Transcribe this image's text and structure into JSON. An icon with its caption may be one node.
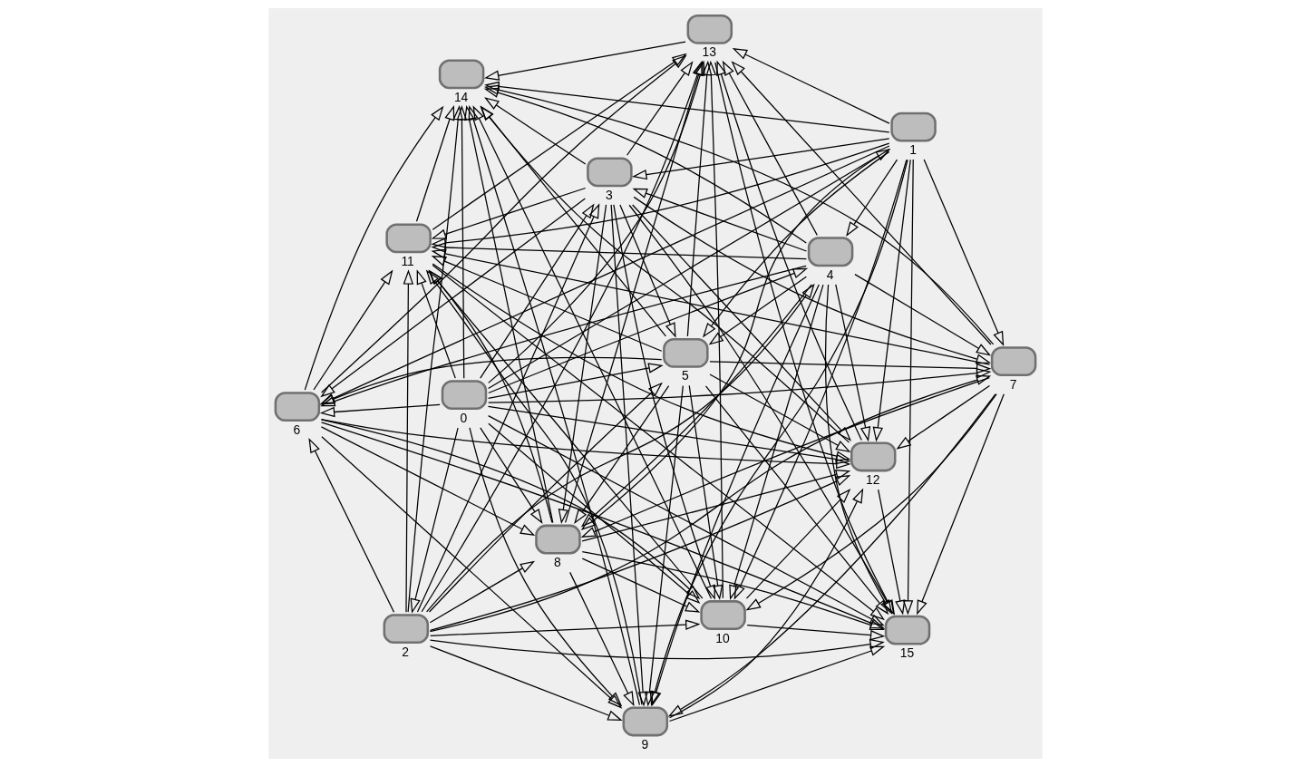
{
  "diagram": {
    "nodes": [
      {
        "text": [],
        "shape": "ellipse",
        "beside": [
          "0"
        ]
      },
      {
        "text": [],
        "shape": "ellipse",
        "beside": [
          "1"
        ]
      },
      {
        "text": [],
        "shape": "ellipse",
        "beside": [
          "2"
        ]
      },
      {
        "text": [],
        "shape": "ellipse",
        "beside": [
          "3"
        ]
      },
      {
        "text": [],
        "shape": "ellipse",
        "beside": [
          "4"
        ]
      },
      {
        "text": [],
        "shape": "ellipse",
        "beside": [
          "5"
        ]
      },
      {
        "text": [],
        "shape": "ellipse",
        "beside": [
          "6"
        ]
      },
      {
        "text": [],
        "shape": "ellipse",
        "beside": [
          "7"
        ]
      },
      {
        "text": [],
        "shape": "ellipse",
        "beside": [
          "8"
        ]
      },
      {
        "text": [],
        "shape": "ellipse",
        "beside": [
          "9"
        ]
      },
      {
        "text": [],
        "shape": "ellipse",
        "beside": [
          "10"
        ]
      },
      {
        "text": [],
        "shape": "ellipse",
        "beside": [
          "11"
        ]
      },
      {
        "text": [],
        "shape": "ellipse",
        "beside": [
          "12"
        ]
      },
      {
        "text": [],
        "shape": "ellipse",
        "beside": [
          "13"
        ]
      },
      {
        "text": [],
        "shape": "ellipse",
        "beside": [
          "14"
        ]
      },
      {
        "text": [],
        "shape": "ellipse",
        "beside": [
          "15"
        ]
      }
    ],
    "edges": [
      {
        "from": 0,
        "to": 1,
        "arrow": "to"
      },
      {
        "from": 0,
        "to": 2,
        "arrow": "to"
      },
      {
        "from": 0,
        "to": 3,
        "arrow": "to"
      },
      {
        "from": 0,
        "to": 4,
        "arrow": "to"
      },
      {
        "from": 0,
        "to": 5,
        "arrow": "to"
      },
      {
        "from": 0,
        "to": 6,
        "arrow": "to"
      },
      {
        "from": 0,
        "to": 7,
        "arrow": "to"
      },
      {
        "from": 0,
        "to": 8,
        "arrow": "to"
      },
      {
        "from": 0,
        "to": 9,
        "arrow": "to"
      },
      {
        "from": 0,
        "to": 10,
        "arrow": "to"
      },
      {
        "from": 0,
        "to": 11,
        "arrow": "to"
      },
      {
        "from": 0,
        "to": 12,
        "arrow": "to"
      },
      {
        "from": 0,
        "to": 13,
        "arrow": "to"
      },
      {
        "from": 0,
        "to": 14,
        "arrow": "to"
      },
      {
        "from": 0,
        "to": 15,
        "arrow": "to"
      },
      {
        "from": 1,
        "to": 3,
        "arrow": "to"
      },
      {
        "from": 1,
        "to": 4,
        "arrow": "to"
      },
      {
        "from": 1,
        "to": 5,
        "arrow": "to"
      },
      {
        "from": 1,
        "to": 6,
        "arrow": "to"
      },
      {
        "from": 1,
        "to": 7,
        "arrow": "to"
      },
      {
        "from": 1,
        "to": 8,
        "arrow": "to"
      },
      {
        "from": 1,
        "to": 9,
        "arrow": "to"
      },
      {
        "from": 1,
        "to": 10,
        "arrow": "to"
      },
      {
        "from": 1,
        "to": 11,
        "arrow": "to"
      },
      {
        "from": 1,
        "to": 12,
        "arrow": "to"
      },
      {
        "from": 1,
        "to": 13,
        "arrow": "to"
      },
      {
        "from": 1,
        "to": 14,
        "arrow": "to"
      },
      {
        "from": 1,
        "to": 15,
        "arrow": "to"
      },
      {
        "from": 2,
        "to": 3,
        "arrow": "to"
      },
      {
        "from": 2,
        "to": 4,
        "arrow": "to"
      },
      {
        "from": 2,
        "to": 5,
        "arrow": "to"
      },
      {
        "from": 2,
        "to": 6,
        "arrow": "to"
      },
      {
        "from": 2,
        "to": 7,
        "arrow": "to"
      },
      {
        "from": 2,
        "to": 8,
        "arrow": "to"
      },
      {
        "from": 2,
        "to": 9,
        "arrow": "to"
      },
      {
        "from": 2,
        "to": 10,
        "arrow": "to"
      },
      {
        "from": 2,
        "to": 11,
        "arrow": "to"
      },
      {
        "from": 2,
        "to": 12,
        "arrow": "to"
      },
      {
        "from": 2,
        "to": 13,
        "arrow": "to"
      },
      {
        "from": 2,
        "to": 14,
        "arrow": "to"
      },
      {
        "from": 2,
        "to": 15,
        "arrow": "to"
      },
      {
        "from": 3,
        "to": 5,
        "arrow": "to"
      },
      {
        "from": 3,
        "to": 6,
        "arrow": "to"
      },
      {
        "from": 3,
        "to": 7,
        "arrow": "to"
      },
      {
        "from": 3,
        "to": 8,
        "arrow": "to"
      },
      {
        "from": 3,
        "to": 9,
        "arrow": "to"
      },
      {
        "from": 3,
        "to": 10,
        "arrow": "to"
      },
      {
        "from": 3,
        "to": 11,
        "arrow": "to"
      },
      {
        "from": 3,
        "to": 12,
        "arrow": "to"
      },
      {
        "from": 3,
        "to": 13,
        "arrow": "to"
      },
      {
        "from": 3,
        "to": 14,
        "arrow": "to"
      },
      {
        "from": 3,
        "to": 15,
        "arrow": "to"
      },
      {
        "from": 4,
        "to": 3,
        "arrow": "to"
      },
      {
        "from": 4,
        "to": 5,
        "arrow": "to"
      },
      {
        "from": 4,
        "to": 6,
        "arrow": "to"
      },
      {
        "from": 4,
        "to": 7,
        "arrow": "to"
      },
      {
        "from": 4,
        "to": 8,
        "arrow": "to"
      },
      {
        "from": 4,
        "to": 9,
        "arrow": "to"
      },
      {
        "from": 4,
        "to": 10,
        "arrow": "to"
      },
      {
        "from": 4,
        "to": 11,
        "arrow": "to"
      },
      {
        "from": 4,
        "to": 12,
        "arrow": "to"
      },
      {
        "from": 4,
        "to": 13,
        "arrow": "to"
      },
      {
        "from": 4,
        "to": 14,
        "arrow": "to"
      },
      {
        "from": 4,
        "to": 15,
        "arrow": "to"
      },
      {
        "from": 5,
        "to": 6,
        "arrow": "to"
      },
      {
        "from": 5,
        "to": 7,
        "arrow": "to"
      },
      {
        "from": 5,
        "to": 8,
        "arrow": "to"
      },
      {
        "from": 5,
        "to": 9,
        "arrow": "to"
      },
      {
        "from": 5,
        "to": 10,
        "arrow": "to"
      },
      {
        "from": 5,
        "to": 11,
        "arrow": "to"
      },
      {
        "from": 5,
        "to": 12,
        "arrow": "to"
      },
      {
        "from": 5,
        "to": 13,
        "arrow": "to"
      },
      {
        "from": 5,
        "to": 14,
        "arrow": "to"
      },
      {
        "from": 5,
        "to": 15,
        "arrow": "to"
      },
      {
        "from": 6,
        "to": 8,
        "arrow": "to"
      },
      {
        "from": 6,
        "to": 9,
        "arrow": "to"
      },
      {
        "from": 6,
        "to": 10,
        "arrow": "to"
      },
      {
        "from": 6,
        "to": 11,
        "arrow": "to"
      },
      {
        "from": 6,
        "to": 12,
        "arrow": "to"
      },
      {
        "from": 6,
        "to": 13,
        "arrow": "to"
      },
      {
        "from": 6,
        "to": 14,
        "arrow": "to"
      },
      {
        "from": 6,
        "to": 15,
        "arrow": "to"
      },
      {
        "from": 7,
        "to": 8,
        "arrow": "to"
      },
      {
        "from": 7,
        "to": 9,
        "arrow": "to"
      },
      {
        "from": 7,
        "to": 10,
        "arrow": "to"
      },
      {
        "from": 7,
        "to": 11,
        "arrow": "to"
      },
      {
        "from": 7,
        "to": 12,
        "arrow": "to"
      },
      {
        "from": 7,
        "to": 13,
        "arrow": "to"
      },
      {
        "from": 7,
        "to": 14,
        "arrow": "to"
      },
      {
        "from": 7,
        "to": 15,
        "arrow": "to"
      },
      {
        "from": 8,
        "to": 9,
        "arrow": "to"
      },
      {
        "from": 8,
        "to": 10,
        "arrow": "to"
      },
      {
        "from": 8,
        "to": 11,
        "arrow": "to"
      },
      {
        "from": 8,
        "to": 12,
        "arrow": "to"
      },
      {
        "from": 8,
        "to": 13,
        "arrow": "to"
      },
      {
        "from": 8,
        "to": 14,
        "arrow": "to"
      },
      {
        "from": 8,
        "to": 15,
        "arrow": "to"
      },
      {
        "from": 9,
        "to": 11,
        "arrow": "to"
      },
      {
        "from": 9,
        "to": 12,
        "arrow": "to"
      },
      {
        "from": 9,
        "to": 14,
        "arrow": "to"
      },
      {
        "from": 9,
        "to": 15,
        "arrow": "to"
      },
      {
        "from": 10,
        "to": 11,
        "arrow": "to"
      },
      {
        "from": 10,
        "to": 12,
        "arrow": "to"
      },
      {
        "from": 10,
        "to": 13,
        "arrow": "to"
      },
      {
        "from": 10,
        "to": 14,
        "arrow": "to"
      },
      {
        "from": 10,
        "to": 15,
        "arrow": "to"
      },
      {
        "from": 11,
        "to": 12,
        "arrow": "to"
      },
      {
        "from": 11,
        "to": 13,
        "arrow": "to"
      },
      {
        "from": 11,
        "to": 14,
        "arrow": "to"
      },
      {
        "from": 11,
        "to": 15,
        "arrow": "to"
      },
      {
        "from": 12,
        "to": 13,
        "arrow": "to"
      },
      {
        "from": 12,
        "to": 14,
        "arrow": "to"
      },
      {
        "from": 12,
        "to": 15,
        "arrow": "to"
      },
      {
        "from": 13,
        "to": 14,
        "arrow": "to"
      },
      {
        "from": 13,
        "to": 15,
        "arrow": "to"
      }
    ]
  }
}
